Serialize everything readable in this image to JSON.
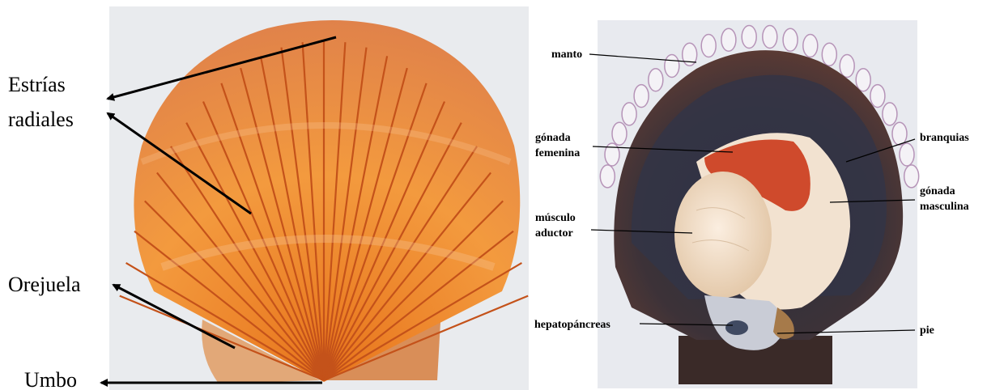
{
  "left_panel": {
    "labels": {
      "striae_line1": "Estrías",
      "striae_line2": "radiales",
      "auricle": "Orejuela",
      "umbo": "Umbo"
    }
  },
  "right_panel": {
    "labels": {
      "mantle": "manto",
      "female_gonad_line1": "gónada",
      "female_gonad_line2": "femenina",
      "adductor_line1": "músculo",
      "adductor_line2": "aductor",
      "hepatopancreas": "hepatopáncreas",
      "gills": "branquias",
      "male_gonad_line1": "gónada",
      "male_gonad_line2": "masculina",
      "foot": "pie"
    }
  },
  "colors": {
    "shell_orange": "#f08a2e",
    "shell_rib": "#c8561c",
    "mantle_dark": "#3a3440",
    "female_gonad": "#d04a2a",
    "male_gonad": "#f3e6d6",
    "adductor": "#f2ddc4"
  }
}
